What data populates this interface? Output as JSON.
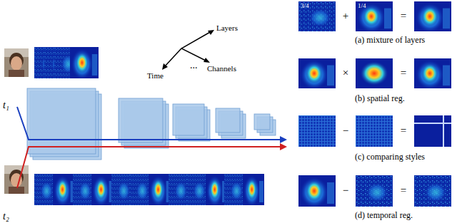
{
  "diagram": {
    "labels": [
      "t₁",
      "t₂",
      "...",
      "Layers",
      "Channels",
      "Time",
      "3/4",
      "1/4",
      "+",
      "=",
      "(a) mixture of layers",
      "×",
      "=",
      "(b) spatial reg.",
      "−",
      "=",
      "(c) comparing styles",
      "−",
      "=",
      "(d) temporal reg."
    ]
  }
}
